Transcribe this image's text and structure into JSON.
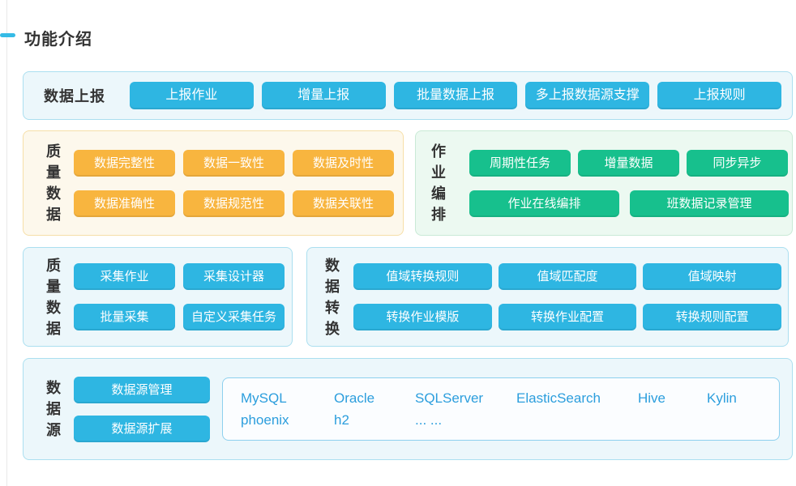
{
  "title": "功能介绍",
  "colors": {
    "accent_cyan": "#2eb6e2",
    "chip_cyan": "#2eb6e2",
    "chip_orange": "#f8b53f",
    "chip_green": "#17c08d",
    "section_blue_bg": "#ecf7fb",
    "section_blue_border": "#abdff0",
    "section_orange_bg": "#fdf8ec",
    "section_orange_border": "#f6dfa8",
    "section_green_bg": "#ecf9f1",
    "section_green_border": "#c9ead6",
    "db_text": "#2c9edd"
  },
  "report": {
    "label": "数据上报",
    "buttons": [
      "上报作业",
      "增量上报",
      "批量数据上报",
      "多上报数据源支撑",
      "上报规则"
    ]
  },
  "quality": {
    "label": "质量数据",
    "row1": [
      "数据完整性",
      "数据一致性",
      "数据及时性"
    ],
    "row2": [
      "数据准确性",
      "数据规范性",
      "数据关联性"
    ]
  },
  "orchestration": {
    "label": "作业编排",
    "row1": [
      "周期性任务",
      "增量数据",
      "同步异步"
    ],
    "row2": [
      "作业在线编排",
      "班数据记录管理"
    ]
  },
  "collection": {
    "label": "质量数据",
    "row1": [
      "采集作业",
      "采集设计器"
    ],
    "row2": [
      "批量采集",
      "自定义采集任务"
    ]
  },
  "transform": {
    "label": "数据转换",
    "row1": [
      "值域转换规则",
      "值域匹配度",
      "值域映射"
    ],
    "row2": [
      "转换作业模版",
      "转换作业配置",
      "转换规则配置"
    ]
  },
  "datasource": {
    "label": "数据源",
    "buttons": [
      "数据源管理",
      "数据源扩展"
    ],
    "db_row1": [
      "MySQL",
      "Oracle",
      "SQLServer",
      "ElasticSearch",
      "Hive",
      "Kylin"
    ],
    "db_row2": [
      "phoenix",
      "h2",
      "... ..."
    ]
  }
}
